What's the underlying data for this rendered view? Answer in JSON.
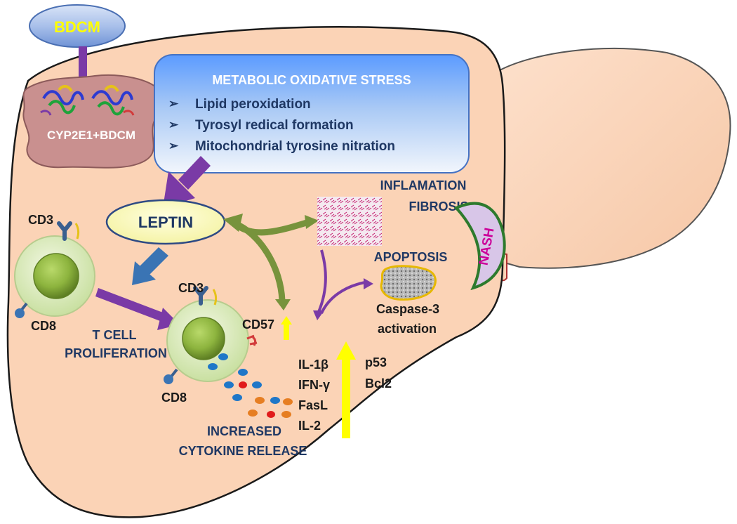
{
  "diagram": {
    "source_label": "BDCM",
    "enzyme_label": "CYP2E1+BDCM",
    "stress_box": {
      "title": "METABOLIC OXIDATIVE STRESS",
      "items": [
        "Lipid peroxidation",
        "Tyrosyl redical formation",
        "Mitochondrial tyrosine nitration"
      ]
    },
    "leptin_label": "LEPTIN",
    "cells": {
      "cell1_cd3": "CD3",
      "cell1_cd8": "CD8",
      "cell2_cd3": "CD3",
      "cell2_cd8": "CD8",
      "cell2_cd57": "CD57"
    },
    "proliferation_label": [
      "T CELL",
      "PROLIFERATION"
    ],
    "cytokines": [
      "IL-1β",
      "IFN-γ",
      "FasL",
      "IL-2"
    ],
    "cytokine_release_label": [
      "INCREASED",
      "CYTOKINE RELEASE"
    ],
    "markers": [
      "p53",
      "Bcl2"
    ],
    "inflammation_label": [
      "INFLAMATION",
      "FIBROSIS"
    ],
    "nash_label": "NASH",
    "apoptosis_label": "APOPTOSIS",
    "caspase_label": [
      "Caspase-3",
      "activation"
    ],
    "colors": {
      "liver_fill": "#fbd3b6",
      "liver_outline": "#1a1a1a",
      "purple_arrow": "#7a3aa6",
      "green_arrow": "#77933c",
      "blue_arrow": "#3a74b4",
      "yellow_arrow": "#ffff00",
      "text_navy": "#1f3864",
      "nash_text": "#cc0099",
      "bdcm_text": "#ffff00"
    }
  }
}
